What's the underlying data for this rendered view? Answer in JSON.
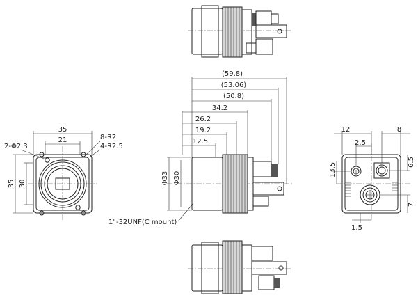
{
  "front_view": {
    "width_outer": "35",
    "width_inner": "21",
    "height_outer": "35",
    "height_inner": "30",
    "holes": "2-Φ2.3",
    "corner_r1": "8-R2",
    "corner_r2": "4-R2.5"
  },
  "side_view": {
    "dims": [
      "(59.8)",
      "(53.06)",
      "(50.8)",
      "34.2",
      "26.2",
      "19.2",
      "12.5"
    ],
    "dia_outer": "Φ33",
    "dia_inner": "Φ30",
    "mount_label": "1\"-32UNF(C mount)"
  },
  "rear_view": {
    "dim_left": "12",
    "dim_right": "8",
    "dim_small": "2.5",
    "dim_height": "13.5",
    "dim_right_top": "6.5",
    "dim_right_bottom": "7",
    "dim_bottom": "1.5"
  }
}
